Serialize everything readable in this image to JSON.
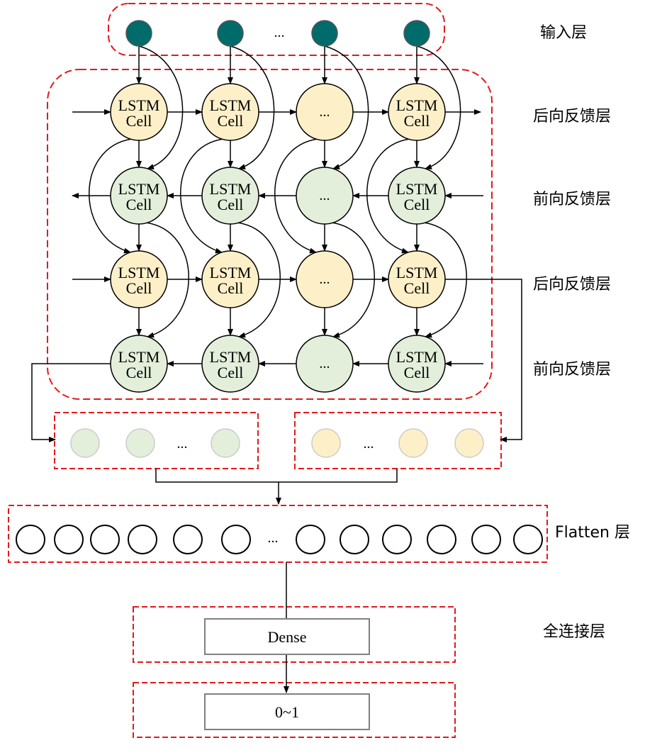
{
  "colors": {
    "input_node": "#006b6b",
    "backward_cell": "#fdf0c8",
    "forward_cell": "#e3efda",
    "dashed_border": "#e3191b",
    "line": "#000000",
    "box_border": "#808080"
  },
  "labels": {
    "input_layer": "输入层",
    "backward_layer_1": "后向反馈层",
    "forward_layer_1": "前向反馈层",
    "backward_layer_2": "后向反馈层",
    "forward_layer_2": "前向反馈层",
    "flatten_layer": "Flatten 层",
    "dense_layer": "全连接层"
  },
  "cell": {
    "line1": "LSTM",
    "line2": "Cell"
  },
  "ellipsis": "...",
  "dense_box": "Dense",
  "output_box": "0~1"
}
